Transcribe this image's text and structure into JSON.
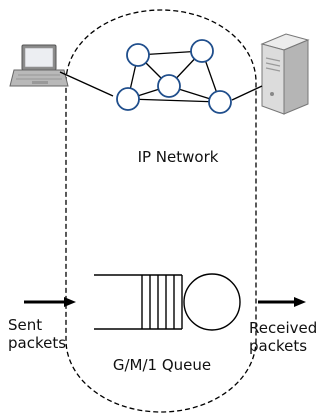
{
  "labels": {
    "ip_network": "IP Network",
    "queue": "G/M/1 Queue",
    "sent": [
      "Sent",
      "packets"
    ],
    "received": [
      "Received",
      "packets"
    ]
  },
  "colors": {
    "node_stroke": "#1f4e8c",
    "line": "#000000",
    "dashed_border": "#000000",
    "laptop_body": "#7f7f7f",
    "laptop_screen": "#e8e8ec",
    "server_body": "#d6d6d6"
  },
  "icons": {
    "left_endpoint": "laptop-icon",
    "right_endpoint": "server-icon"
  }
}
